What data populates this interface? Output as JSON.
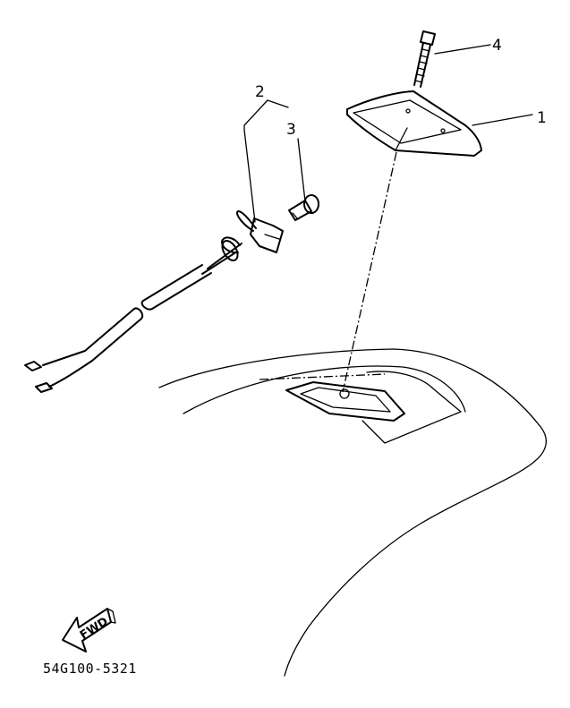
{
  "callouts": {
    "part_1": "1",
    "part_2": "2",
    "part_3": "3",
    "part_4": "4"
  },
  "direction_arrow": {
    "label": "FWD"
  },
  "diagram_code": "54G100-5321",
  "colors": {
    "ink": "#000000",
    "paper": "#ffffff"
  }
}
